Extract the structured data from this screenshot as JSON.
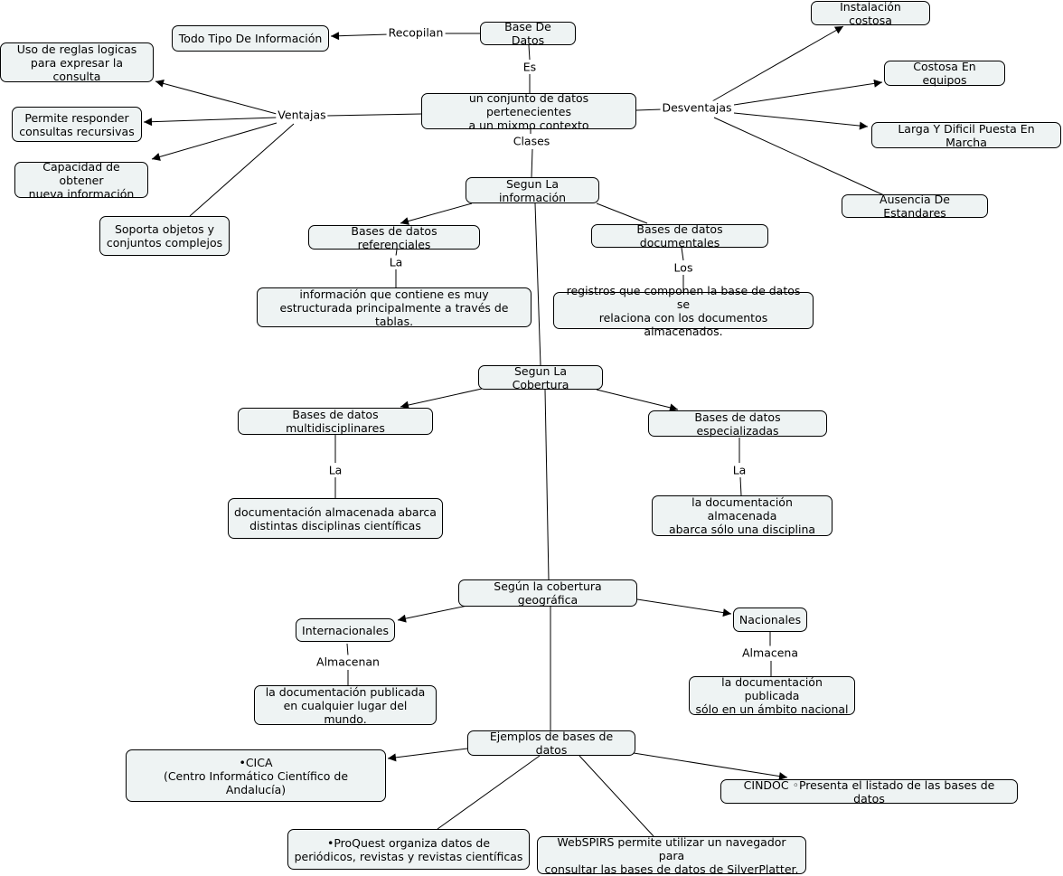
{
  "nodes": {
    "base_datos": "Base De Datos",
    "todo_tipo": "Todo Tipo De Información",
    "conjunto": "un conjunto de datos pertenecientes\na un mixmo contexto",
    "uso_reglas": "Uso de reglas logicas\npara expresar la consulta",
    "permite_responder": "Permite responder\nconsultas recursivas",
    "capacidad": "Capacidad de obtener\nnueva información",
    "soporta": "Soporta objetos y\nconjuntos complejos",
    "instalacion": "Instalación costosa",
    "costosa_equipos": "Costosa En equipos",
    "larga": "Larga Y Dificil Puesta En Marcha",
    "ausencia": "Ausencia De Estandares",
    "segun_info": "Segun La información",
    "referenciales": "Bases de datos referenciales",
    "documentales": "Bases de datos documentales",
    "info_estructurada": "información que contiene es muy\nestructurada principalmente a través de tablas.",
    "registros": "registros que componen la base de datos se\nrelaciona con los documentos almacenados.",
    "segun_cobertura": "Segun La Cobertura",
    "multidisciplinares": "Bases de datos multidisciplinares",
    "especializadas": "Bases de datos especializadas",
    "doc_distintas": "documentación almacenada abarca\ndistintas disciplinas científicas",
    "doc_una": "la documentación almacenada\nabarca sólo una disciplina",
    "segun_geo": "Según la cobertura geográfica",
    "internacionales": "Internacionales",
    "nacionales": "Nacionales",
    "doc_mundo": "la documentación publicada\nen cualquier lugar del mundo.",
    "doc_nacional": "la documentación publicada\nsólo en un ámbito nacional",
    "ejemplos": "Ejemplos de bases de datos",
    "cica": "•CICA\n(Centro Informático Científico de Andalucía)",
    "cindoc": "CINDOC ◦Presenta el listado de las bases de datos",
    "proquest": "•ProQuest organiza datos de\nperiódicos, revistas y revistas científicas",
    "webspirs": "WebSPIRS permite utilizar un navegador para\nconsultar las bases de datos de SilverPlatter."
  },
  "labels": {
    "recopilan": "Recopilan",
    "es": "Es",
    "ventajas": "Ventajas",
    "desventajas": "Desventajas",
    "clases": "Clases",
    "la_ref": "La",
    "los_doc": "Los",
    "la_multi": "La",
    "la_esp": "La",
    "almacenan": "Almacenan",
    "almacena": "Almacena"
  },
  "colors": {
    "node_fill": "#eef3f3",
    "line": "#000000",
    "background": "#ffffff"
  }
}
